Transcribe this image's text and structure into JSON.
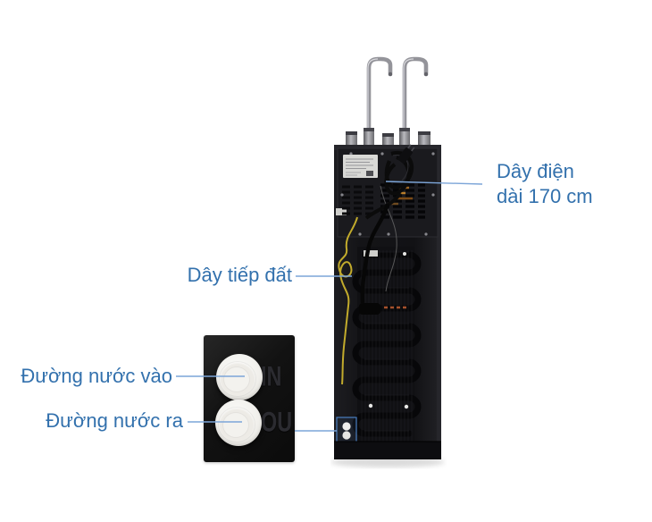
{
  "annotations": {
    "power_cord": {
      "text_line1": "Dây điện",
      "text_line2": "dài 170 cm"
    },
    "ground_wire": {
      "text": "Dây tiếp đất"
    },
    "water_inlet": {
      "text": "Đường nước vào"
    },
    "water_outlet": {
      "text": "Đường nước ra"
    }
  },
  "inset": {
    "in_label": "IN",
    "out_label": "OU"
  },
  "colors": {
    "annotation_text": "#3371ad",
    "leader_line": "#7ca5d8",
    "highlight_box": "#4a7fc1",
    "ground_wire_yellow": "#c2ab2c"
  }
}
